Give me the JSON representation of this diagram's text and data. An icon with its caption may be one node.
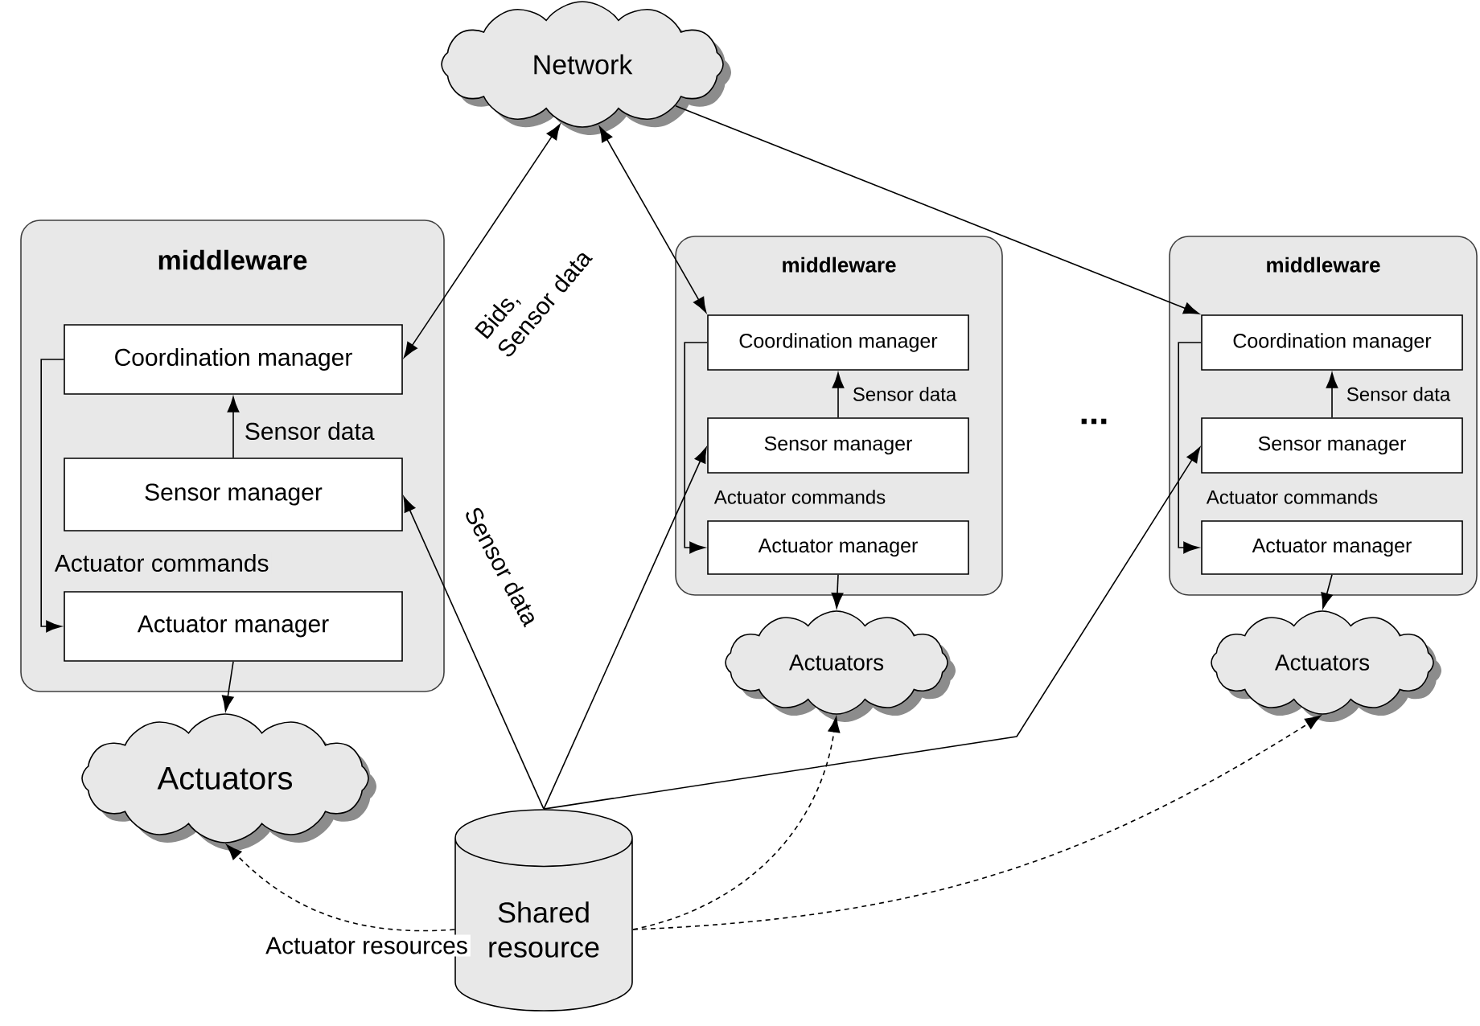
{
  "diagram": {
    "nodes": [
      {
        "text": [
          "Network"
        ]
      },
      {
        "text": [
          "middleware"
        ]
      },
      {
        "text": [
          "Coordination manager"
        ],
        "in": 1
      },
      {
        "text": [
          "Sensor manager"
        ],
        "in": 1
      },
      {
        "text": [
          "Actuator manager"
        ],
        "in": 1
      },
      {
        "text": [
          "middleware"
        ]
      },
      {
        "text": [
          "Coordination manager"
        ],
        "in": 5
      },
      {
        "text": [
          "Sensor manager"
        ],
        "in": 5
      },
      {
        "text": [
          "Actuator manager"
        ],
        "in": 5
      },
      {
        "text": [
          "middleware"
        ]
      },
      {
        "text": [
          "Coordination manager"
        ],
        "in": 9
      },
      {
        "text": [
          "Sensor manager"
        ],
        "in": 9
      },
      {
        "text": [
          "Actuator manager"
        ],
        "in": 9
      },
      {
        "text": [
          "Actuators"
        ]
      },
      {
        "text": [
          "Actuators"
        ]
      },
      {
        "text": [
          "Actuators"
        ]
      },
      {
        "text": [
          "Shared resource"
        ]
      }
    ],
    "edges": [
      {
        "from": 0,
        "to": 2,
        "arrow": "both",
        "label": "Bids, Sensor data"
      },
      {
        "from": 0,
        "to": 6,
        "arrow": "both"
      },
      {
        "from": 0,
        "to": 10,
        "arrow": "to"
      },
      {
        "from": 3,
        "to": 2,
        "arrow": "to",
        "label": "Sensor data"
      },
      {
        "from": 2,
        "to": 4,
        "arrow": "to",
        "label": "Actuator commands"
      },
      {
        "from": 7,
        "to": 6,
        "arrow": "to",
        "label": "Sensor data"
      },
      {
        "from": 6,
        "to": 8,
        "arrow": "to",
        "label": "Actuator commands"
      },
      {
        "from": 11,
        "to": 10,
        "arrow": "to",
        "label": "Sensor data"
      },
      {
        "from": 10,
        "to": 12,
        "arrow": "to",
        "label": "Actuator commands"
      },
      {
        "from": 4,
        "to": 13,
        "arrow": "to"
      },
      {
        "from": 8,
        "to": 14,
        "arrow": "to"
      },
      {
        "from": 12,
        "to": 15,
        "arrow": "to"
      },
      {
        "from": 16,
        "to": 3,
        "arrow": "to",
        "label": "Sensor data"
      },
      {
        "from": 16,
        "to": 7,
        "arrow": "to"
      },
      {
        "from": 16,
        "to": 11,
        "arrow": "to"
      },
      {
        "from": 16,
        "to": 13,
        "arrow": "to",
        "style": "dashed",
        "label": "Actuator resources"
      },
      {
        "from": 16,
        "to": 14,
        "arrow": "to",
        "style": "dashed"
      },
      {
        "from": 16,
        "to": 15,
        "arrow": "to",
        "style": "dashed"
      }
    ],
    "labels": [
      "..."
    ]
  }
}
